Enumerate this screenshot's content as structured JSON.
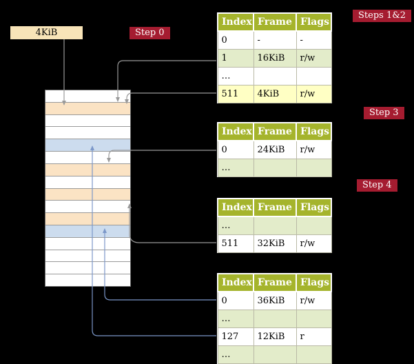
{
  "frame_box": {
    "label": "4KiB"
  },
  "badges": {
    "steps12": "Steps 1&2",
    "step0": "Step 0",
    "step3": "Step 3",
    "step4": "Step 4"
  },
  "tables": [
    {
      "name": "page-table-steps-1-2",
      "headers": [
        "Index",
        "Frame",
        "Flags"
      ],
      "rows": [
        {
          "index": "0",
          "frame": "-",
          "flags": "-",
          "bg": "white"
        },
        {
          "index": "1",
          "frame": "16KiB",
          "flags": "r/w",
          "bg": "green"
        },
        {
          "index": "…",
          "frame": "",
          "flags": "",
          "bg": "white"
        },
        {
          "index": "511",
          "frame": "4KiB",
          "flags": "r/w",
          "bg": "yellow"
        }
      ]
    },
    {
      "name": "page-table-step-3",
      "headers": [
        "Index",
        "Frame",
        "Flags"
      ],
      "rows": [
        {
          "index": "0",
          "frame": "24KiB",
          "flags": "r/w",
          "bg": "white"
        },
        {
          "index": "…",
          "frame": "",
          "flags": "",
          "bg": "green"
        }
      ]
    },
    {
      "name": "page-table-step-4",
      "headers": [
        "Index",
        "Frame",
        "Flags"
      ],
      "rows": [
        {
          "index": "…",
          "frame": "",
          "flags": "",
          "bg": "green"
        },
        {
          "index": "511",
          "frame": "32KiB",
          "flags": "r/w",
          "bg": "white"
        }
      ]
    },
    {
      "name": "page-table-final",
      "headers": [
        "Index",
        "Frame",
        "Flags"
      ],
      "rows": [
        {
          "index": "0",
          "frame": "36KiB",
          "flags": "r/w",
          "bg": "white"
        },
        {
          "index": "…",
          "frame": "",
          "flags": "",
          "bg": "green"
        },
        {
          "index": "127",
          "frame": "12KiB",
          "flags": "r",
          "bg": "white"
        },
        {
          "index": "…",
          "frame": "",
          "flags": "",
          "bg": "green"
        }
      ]
    }
  ],
  "memory": {
    "rows": [
      "white",
      "peach",
      "white",
      "white",
      "blue",
      "white",
      "peach",
      "white",
      "peach",
      "white",
      "peach",
      "blue",
      "white",
      "white",
      "white",
      "white"
    ]
  },
  "arrows": [
    {
      "from": "frame-4kib-box",
      "to": "memory-peach-row-1",
      "color": "gray"
    },
    {
      "from": "table1-row-1-16KiB",
      "to": "memory-peach-row-1",
      "color": "gray"
    },
    {
      "from": "table1-row-511-4KiB",
      "to": "memory-peach-row-1",
      "color": "gray"
    },
    {
      "from": "table2-row-0-24KiB",
      "to": "memory-peach-row-6",
      "color": "gray"
    },
    {
      "from": "table3-row-511-32KiB",
      "to": "memory-peach-row-8",
      "color": "gray"
    },
    {
      "from": "table4-row-0-36KiB",
      "to": "memory-blue-row-11",
      "color": "blue"
    },
    {
      "from": "table4-row-127-12KiB",
      "to": "memory-blue-row-4",
      "color": "blue"
    }
  ],
  "colors": {
    "background": "#000000",
    "badge": "#a51c30",
    "table_header": "#a5b42c",
    "row_green": "#e3ecca",
    "row_yellow": "#ffffc4",
    "mem_peach": "#fbe3c4",
    "mem_blue": "#ccdcee",
    "box_tan": "#f8e4b8",
    "arrow_gray": "#9a9a9a",
    "arrow_blue": "#7b97c9"
  }
}
